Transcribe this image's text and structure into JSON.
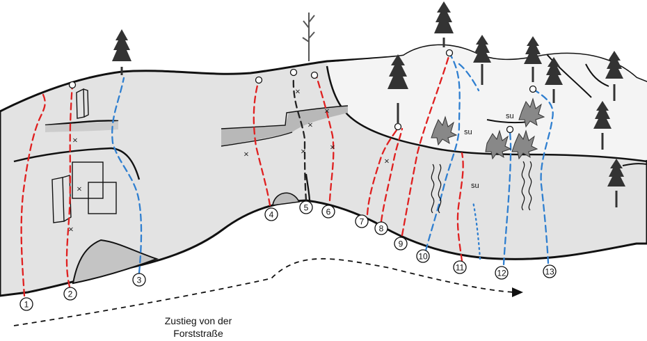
{
  "colors": {
    "rock_light": "#e3e3e3",
    "rock_mid": "#c8c8c8",
    "rock_dark": "#b0b0b0",
    "outline": "#111111",
    "route_red": "#e02020",
    "route_blue": "#2f7fd0",
    "route_black": "#222222",
    "tree": "#333333"
  },
  "route_numbers": [
    "1",
    "2",
    "3",
    "4",
    "5",
    "6",
    "7",
    "8",
    "9",
    "10",
    "11",
    "12",
    "13"
  ],
  "notes": {
    "su_1": "su",
    "su_2": "su",
    "su_3": "su"
  },
  "access_caption": {
    "line1": "Zustieg von der",
    "line2": "Forststraße"
  },
  "icons": {
    "tree": "tree-icon",
    "bolt_marker": "bolt-x-icon",
    "anchor": "belay-anchor-icon",
    "bush": "bush-icon",
    "arrow": "arrow-head-icon"
  }
}
